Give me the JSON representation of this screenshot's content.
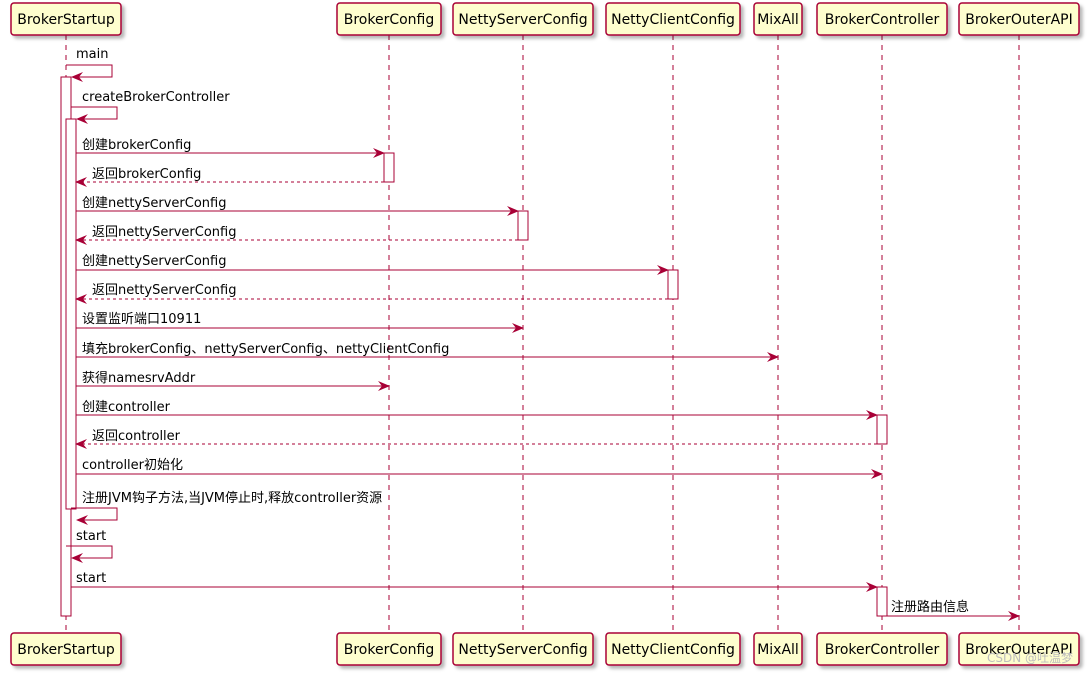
{
  "participants": [
    {
      "id": "bs",
      "label": "BrokerStartup"
    },
    {
      "id": "bc",
      "label": "BrokerConfig"
    },
    {
      "id": "nsc",
      "label": "NettyServerConfig"
    },
    {
      "id": "ncc",
      "label": "NettyClientConfig"
    },
    {
      "id": "ma",
      "label": "MixAll"
    },
    {
      "id": "ctl",
      "label": "BrokerController"
    },
    {
      "id": "api",
      "label": "BrokerOuterAPI"
    }
  ],
  "messages": [
    {
      "from": "bs",
      "to": "bs",
      "label": "main",
      "style": "solid"
    },
    {
      "from": "bs",
      "to": "bs",
      "label": "createBrokerController",
      "style": "solid"
    },
    {
      "from": "bs",
      "to": "bc",
      "label": "创建brokerConfig",
      "style": "solid"
    },
    {
      "from": "bc",
      "to": "bs",
      "label": "返回brokerConfig",
      "style": "dashed"
    },
    {
      "from": "bs",
      "to": "nsc",
      "label": "创建nettyServerConfig",
      "style": "solid"
    },
    {
      "from": "nsc",
      "to": "bs",
      "label": "返回nettyServerConfig",
      "style": "dashed"
    },
    {
      "from": "bs",
      "to": "ncc",
      "label": "创建nettyServerConfig",
      "style": "solid"
    },
    {
      "from": "ncc",
      "to": "bs",
      "label": "返回nettyServerConfig",
      "style": "dashed"
    },
    {
      "from": "bs",
      "to": "nsc",
      "label": "设置监听端口10911",
      "style": "solid"
    },
    {
      "from": "bs",
      "to": "ma",
      "label": "填充brokerConfig、nettyServerConfig、nettyClientConfig",
      "style": "solid"
    },
    {
      "from": "bs",
      "to": "bc",
      "label": "获得namesrvAddr",
      "style": "solid"
    },
    {
      "from": "bs",
      "to": "ctl",
      "label": "创建controller",
      "style": "solid"
    },
    {
      "from": "ctl",
      "to": "bs",
      "label": "返回controller",
      "style": "dashed"
    },
    {
      "from": "bs",
      "to": "ctl",
      "label": "controller初始化",
      "style": "solid"
    },
    {
      "from": "bs",
      "to": "bs",
      "label": "注册JVM钩子方法,当JVM停止时,释放controller资源",
      "style": "solid"
    },
    {
      "from": "bs",
      "to": "bs",
      "label": "start",
      "style": "solid"
    },
    {
      "from": "bs",
      "to": "ctl",
      "label": "start",
      "style": "solid"
    },
    {
      "from": "ctl",
      "to": "api",
      "label": "注册路由信息",
      "style": "solid"
    }
  ],
  "watermark": "CSDN @吐温梦",
  "colors": {
    "arrow": "#A80036",
    "participant_fill": "#FEFECE",
    "participant_border": "#A80036",
    "lifeline": "#A80036",
    "activation_fill": "#ffffff"
  }
}
